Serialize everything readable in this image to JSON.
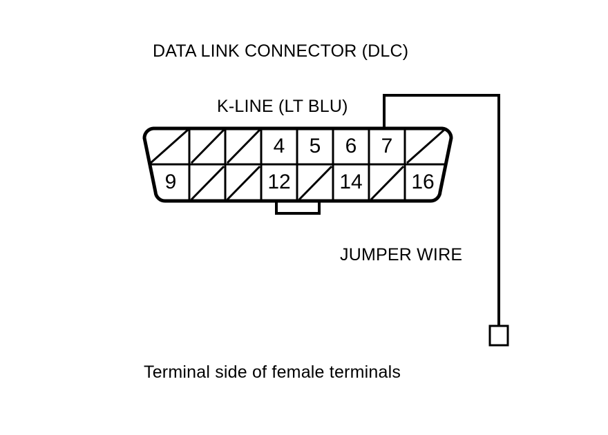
{
  "diagram": {
    "title": "DATA LINK CONNECTOR (DLC)",
    "caption": "Terminal side of female terminals",
    "line_color": "#000000",
    "background_color": "#ffffff",
    "labels": {
      "k_line": "K-LINE (LT BLU)",
      "jumper_wire": "JUMPER WIRE"
    },
    "connector": {
      "shape": "trapezoid",
      "rows": 2,
      "columns": 8,
      "top_row": [
        {
          "slot": 1,
          "type": "blank",
          "number": ""
        },
        {
          "slot": 2,
          "type": "blank",
          "number": ""
        },
        {
          "slot": 3,
          "type": "blank",
          "number": ""
        },
        {
          "slot": 4,
          "type": "pin",
          "number": "4"
        },
        {
          "slot": 5,
          "type": "pin",
          "number": "5"
        },
        {
          "slot": 6,
          "type": "pin",
          "number": "6"
        },
        {
          "slot": 7,
          "type": "pin",
          "number": "7"
        },
        {
          "slot": 8,
          "type": "blank",
          "number": ""
        }
      ],
      "bottom_row": [
        {
          "slot": 1,
          "type": "pin",
          "number": "9"
        },
        {
          "slot": 2,
          "type": "blank",
          "number": ""
        },
        {
          "slot": 3,
          "type": "blank",
          "number": ""
        },
        {
          "slot": 4,
          "type": "pin",
          "number": "12"
        },
        {
          "slot": 5,
          "type": "blank",
          "number": ""
        },
        {
          "slot": 6,
          "type": "pin",
          "number": "14"
        },
        {
          "slot": 7,
          "type": "blank",
          "number": ""
        },
        {
          "slot": 8,
          "type": "pin",
          "number": "16"
        }
      ]
    },
    "jumper": {
      "connects_from_pin": "7",
      "signal": "K-LINE (LT BLU)",
      "terminal_end": "open probe terminal"
    }
  }
}
